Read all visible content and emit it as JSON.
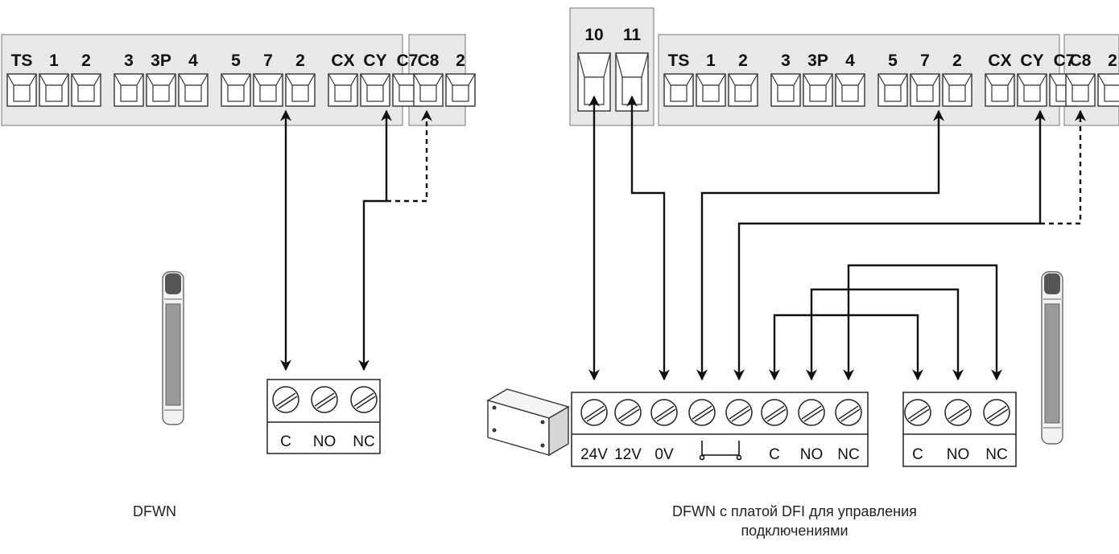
{
  "strip_left": {
    "labels": [
      "TS",
      "1",
      "2",
      "3",
      "3P",
      "4",
      "5",
      "7",
      "2",
      "CX",
      "CY",
      "C7"
    ],
    "ext_labels": [
      "C8",
      "2"
    ]
  },
  "strip_right": {
    "header_labels": [
      "10",
      "11"
    ],
    "labels": [
      "TS",
      "1",
      "2",
      "3",
      "3P",
      "4",
      "5",
      "7",
      "2",
      "CX",
      "CY",
      "C7"
    ],
    "ext_labels": [
      "C8",
      "2"
    ]
  },
  "contact_left": {
    "labels": [
      "C",
      "NO",
      "NC"
    ]
  },
  "dfi_board": {
    "labels": [
      "24V",
      "12V",
      "0V",
      "",
      "",
      "C",
      "NO",
      "NC"
    ]
  },
  "contact_right": {
    "labels": [
      "C",
      "NO",
      "NC"
    ]
  },
  "captions": {
    "left": "DFWN",
    "right_line1": "DFWN с платой DFI для управления",
    "right_line2": "подключениями"
  },
  "colors": {
    "strip_fill": "#e8e8e8",
    "wire": "#111111",
    "sensor_gray": "#9a9a9a"
  }
}
